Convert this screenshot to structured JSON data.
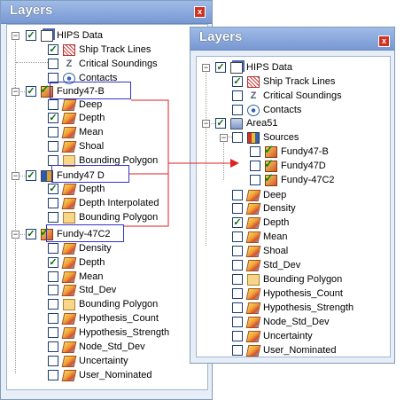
{
  "left_panel": {
    "title": "Layers",
    "close": "x",
    "items": [
      {
        "label": "HIPS Data",
        "checked": true,
        "icon": "hips-data-icon"
      },
      {
        "label": "Ship Track Lines",
        "checked": true,
        "icon": "ship-track-icon"
      },
      {
        "label": "Critical Soundings",
        "checked": false,
        "icon": "critical-soundings-icon"
      },
      {
        "label": "Contacts",
        "checked": false,
        "icon": "contacts-icon"
      },
      {
        "label": "Fundy47-B",
        "checked": true,
        "icon": "field-sheet-icon"
      },
      {
        "label": "Deep",
        "checked": false,
        "icon": "surface-icon"
      },
      {
        "label": "Depth",
        "checked": true,
        "icon": "surface-icon"
      },
      {
        "label": "Mean",
        "checked": false,
        "icon": "surface-icon"
      },
      {
        "label": "Shoal",
        "checked": false,
        "icon": "surface-icon"
      },
      {
        "label": "Bounding Polygon",
        "checked": false,
        "icon": "polygon-icon"
      },
      {
        "label": "Fundy47 D",
        "checked": true,
        "icon": "project-icon"
      },
      {
        "label": "Depth",
        "checked": true,
        "icon": "surface-icon"
      },
      {
        "label": "Depth Interpolated",
        "checked": false,
        "icon": "surface-icon"
      },
      {
        "label": "Bounding Polygon",
        "checked": false,
        "icon": "polygon-icon"
      },
      {
        "label": "Fundy-47C2",
        "checked": true,
        "icon": "field-sheet-icon"
      },
      {
        "label": "Density",
        "checked": false,
        "icon": "surface-icon"
      },
      {
        "label": "Depth",
        "checked": true,
        "icon": "surface-icon"
      },
      {
        "label": "Mean",
        "checked": false,
        "icon": "surface-icon"
      },
      {
        "label": "Std_Dev",
        "checked": false,
        "icon": "surface-icon"
      },
      {
        "label": "Bounding Polygon",
        "checked": false,
        "icon": "polygon-icon"
      },
      {
        "label": "Hypothesis_Count",
        "checked": false,
        "icon": "surface-icon"
      },
      {
        "label": "Hypothesis_Strength",
        "checked": false,
        "icon": "surface-icon"
      },
      {
        "label": "Node_Std_Dev",
        "checked": false,
        "icon": "surface-icon"
      },
      {
        "label": "Uncertainty",
        "checked": false,
        "icon": "surface-icon"
      },
      {
        "label": "User_Nominated",
        "checked": false,
        "icon": "surface-icon"
      }
    ]
  },
  "right_panel": {
    "title": "Layers",
    "close": "x",
    "items": [
      {
        "label": "HIPS Data",
        "checked": true,
        "icon": "hips-data-icon"
      },
      {
        "label": "Ship Track Lines",
        "checked": true,
        "icon": "ship-track-icon"
      },
      {
        "label": "Critical Soundings",
        "checked": false,
        "icon": "critical-soundings-icon"
      },
      {
        "label": "Contacts",
        "checked": false,
        "icon": "contacts-icon"
      },
      {
        "label": "Area51",
        "checked": true,
        "icon": "area-icon"
      },
      {
        "label": "Sources",
        "checked": false,
        "icon": "sources-icon"
      },
      {
        "label": "Fundy47-B",
        "checked": false,
        "icon": "field-sheet-icon"
      },
      {
        "label": "Fundy47D",
        "checked": false,
        "icon": "field-sheet-icon"
      },
      {
        "label": "Fundy-47C2",
        "checked": false,
        "icon": "field-sheet-icon"
      },
      {
        "label": "Deep",
        "checked": false,
        "icon": "surface-icon"
      },
      {
        "label": "Density",
        "checked": false,
        "icon": "surface-icon"
      },
      {
        "label": "Depth",
        "checked": true,
        "icon": "surface-icon"
      },
      {
        "label": "Mean",
        "checked": false,
        "icon": "surface-icon"
      },
      {
        "label": "Shoal",
        "checked": false,
        "icon": "surface-icon"
      },
      {
        "label": "Std_Dev",
        "checked": false,
        "icon": "surface-icon"
      },
      {
        "label": "Bounding Polygon",
        "checked": false,
        "icon": "polygon-icon"
      },
      {
        "label": "Hypothesis_Count",
        "checked": false,
        "icon": "surface-icon"
      },
      {
        "label": "Hypothesis_Strength",
        "checked": false,
        "icon": "surface-icon"
      },
      {
        "label": "Node_Std_Dev",
        "checked": false,
        "icon": "surface-icon"
      },
      {
        "label": "Uncertainty",
        "checked": false,
        "icon": "surface-icon"
      },
      {
        "label": "User_Nominated",
        "checked": false,
        "icon": "surface-icon"
      }
    ]
  },
  "colors": {
    "panel_bg": "#e8eef8",
    "title_bar": "#7898d2",
    "close_button": "#cc3322",
    "highlight_box": "#3333cc",
    "connector_arrow": "#dd2222"
  }
}
